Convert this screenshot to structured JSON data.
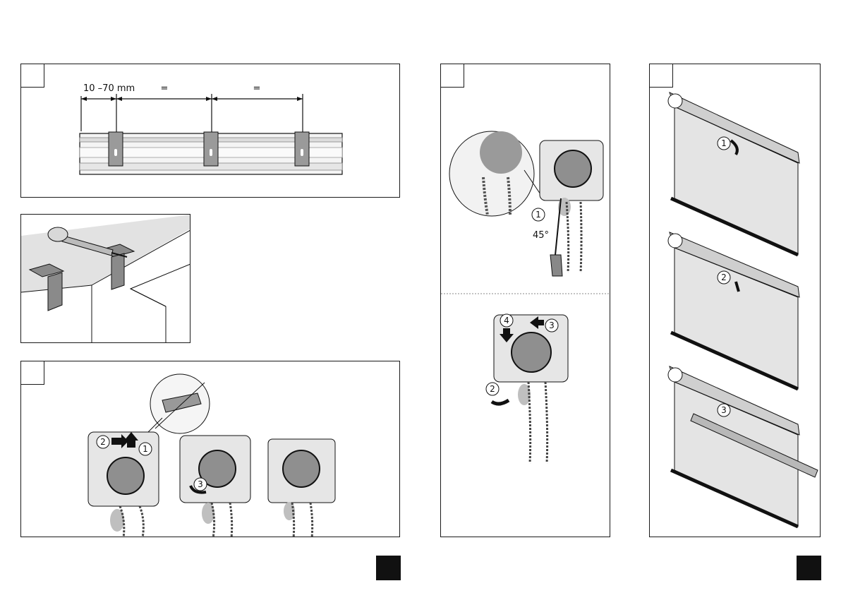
{
  "mounting": {
    "gap_label": "10 –70 mm",
    "equal_left": "=",
    "equal_right": "="
  },
  "detach": {
    "step_rotate": "1",
    "angle_label": "45°",
    "step_slide": "2",
    "step_push": "3",
    "step_press": "4"
  },
  "clip_on": {
    "step_1": "1",
    "step_2": "2",
    "step_3": "3"
  },
  "blind": {
    "step_1": "1",
    "step_2": "2",
    "step_3": "3"
  }
}
